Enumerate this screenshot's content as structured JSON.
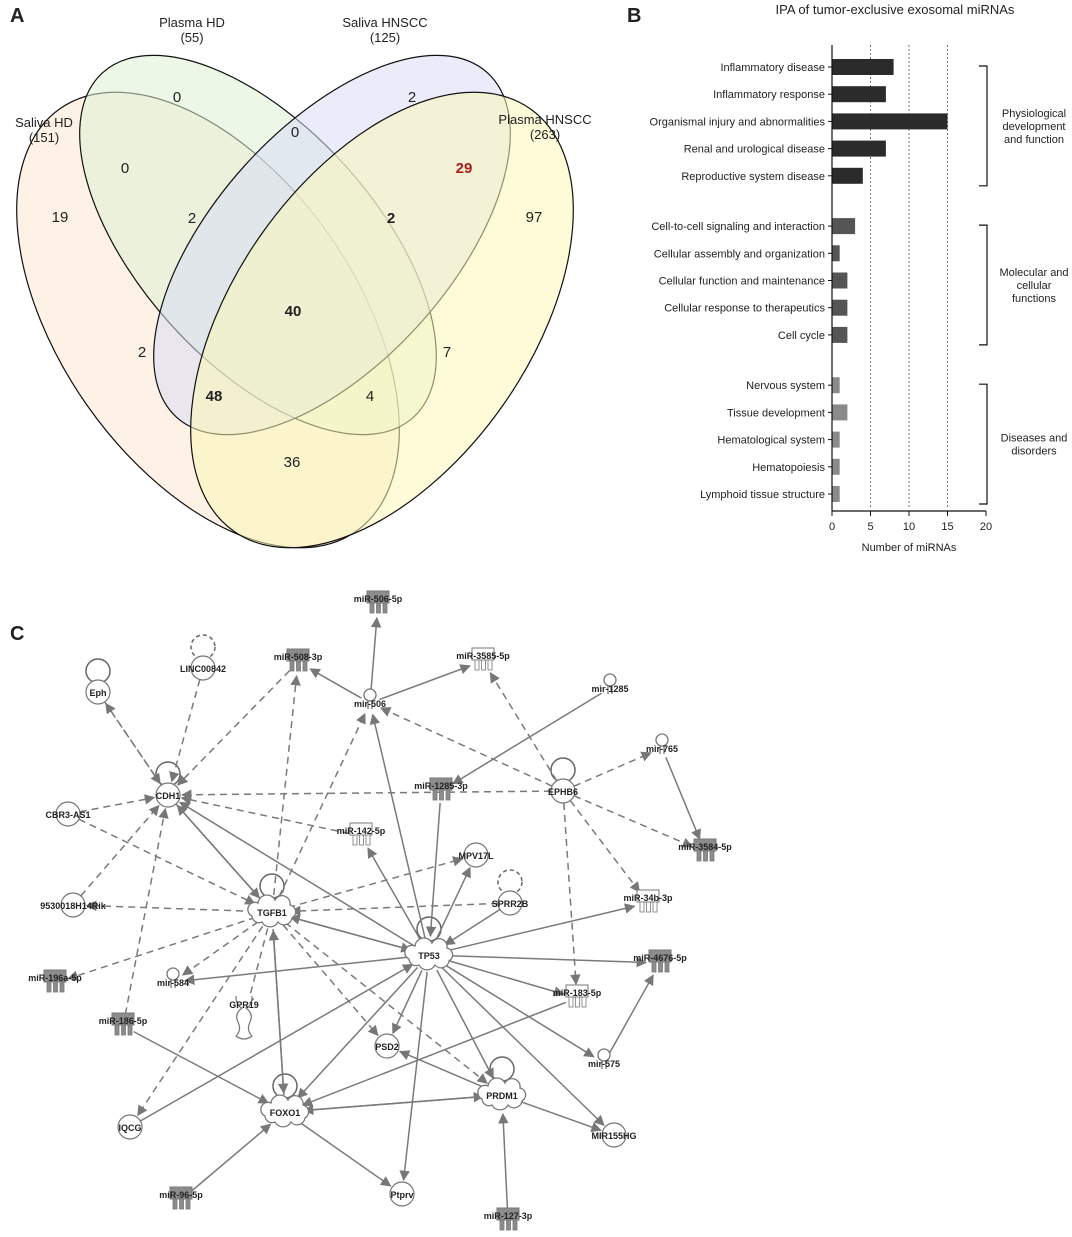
{
  "panels": {
    "a": "A",
    "b": "B",
    "c": "C"
  },
  "venn": {
    "sets": [
      {
        "name": "Saliva HD",
        "count": "(151)",
        "color": "#fbe7cf"
      },
      {
        "name": "Plasma HD",
        "count": "(55)",
        "color": "#dff0d6"
      },
      {
        "name": "Saliva HNSCC",
        "count": "(125)",
        "color": "#d9dcf5"
      },
      {
        "name": "Plasma HNSCC",
        "count": "(263)",
        "color": "#fbf7b8"
      }
    ],
    "regions": [
      {
        "value": "19",
        "bold": false,
        "highlight": false
      },
      {
        "value": "0",
        "bold": false,
        "highlight": false
      },
      {
        "value": "2",
        "bold": false,
        "highlight": false
      },
      {
        "value": "97",
        "bold": false,
        "highlight": false
      },
      {
        "value": "0",
        "bold": false,
        "highlight": false
      },
      {
        "value": "0",
        "bold": false,
        "highlight": false
      },
      {
        "value": "29",
        "bold": true,
        "highlight": true
      },
      {
        "value": "2",
        "bold": false,
        "highlight": false
      },
      {
        "value": "2",
        "bold": true,
        "highlight": false
      },
      {
        "value": "40",
        "bold": true,
        "highlight": false
      },
      {
        "value": "2",
        "bold": false,
        "highlight": false
      },
      {
        "value": "7",
        "bold": false,
        "highlight": false
      },
      {
        "value": "48",
        "bold": true,
        "highlight": false
      },
      {
        "value": "4",
        "bold": false,
        "highlight": false
      },
      {
        "value": "36",
        "bold": false,
        "highlight": false
      }
    ],
    "highlight_color": "#b01c1c"
  },
  "chart_data": {
    "type": "bar",
    "orientation": "horizontal",
    "title": "IPA of tumor-exclusive exosomal miRNAs",
    "xlabel": "Number of miRNAs",
    "ylabel": "",
    "xlim": [
      0,
      20
    ],
    "xticks": [
      0,
      5,
      10,
      15,
      20
    ],
    "gridlines_at": [
      5,
      10,
      15
    ],
    "categories": [
      "Inflammatory disease",
      "Inflammatory response",
      "Organismal injury and abnormalities",
      "Renal and urological disease",
      "Reproductive system disease",
      "Cell-to-cell signaling and interaction",
      "Cellular assembly and organization",
      "Cellular function and maintenance",
      "Cellular response to therapeutics",
      "Cell cycle",
      "Nervous system",
      "Tissue development",
      "Hematological system",
      "Hematopoiesis",
      "Lymphoid tissue structure"
    ],
    "values": [
      8,
      7,
      15,
      7,
      4,
      3,
      1,
      2,
      2,
      2,
      1,
      2,
      1,
      1,
      1
    ],
    "groups": [
      {
        "label_lines": [
          "Physiological",
          "development",
          "and function"
        ],
        "start": 0,
        "end": 4,
        "color": "#2b2b2b"
      },
      {
        "label_lines": [
          "Molecular and",
          "cellular",
          "functions"
        ],
        "start": 5,
        "end": 9,
        "color": "#555555"
      },
      {
        "label_lines": [
          "Diseases and",
          "disorders"
        ],
        "start": 10,
        "end": 14,
        "color": "#8a8a8a"
      }
    ]
  },
  "network": {
    "nodes": [
      {
        "id": "Eph",
        "label": "Eph",
        "shape": "circle",
        "fill": "white"
      },
      {
        "id": "LINC00842",
        "label": "LINC00842",
        "shape": "circle",
        "fill": "white"
      },
      {
        "id": "miR-508-3p",
        "label": "miR-508-3p",
        "shape": "mirna",
        "fill": "gray"
      },
      {
        "id": "miR-506-5p",
        "label": "miR-506-5p",
        "shape": "mirna",
        "fill": "gray"
      },
      {
        "id": "miR-3585-5p",
        "label": "miR-3585-5p",
        "shape": "mirna",
        "fill": "white"
      },
      {
        "id": "mir-506",
        "label": "mir-506",
        "shape": "hairpin",
        "fill": "white"
      },
      {
        "id": "mir-1285",
        "label": "mir-1285",
        "shape": "hairpin",
        "fill": "white"
      },
      {
        "id": "mir-765",
        "label": "mir-765",
        "shape": "hairpin",
        "fill": "white"
      },
      {
        "id": "CDH1",
        "label": "CDH1",
        "shape": "circle",
        "fill": "white"
      },
      {
        "id": "miR-1285-3p",
        "label": "miR-1285-3p",
        "shape": "mirna",
        "fill": "gray"
      },
      {
        "id": "EPHB6",
        "label": "EPHB6",
        "shape": "circle",
        "fill": "white"
      },
      {
        "id": "CBR3-AS1",
        "label": "CBR3-AS1",
        "shape": "circle",
        "fill": "white"
      },
      {
        "id": "miR-142-5p",
        "label": "miR-142-5p",
        "shape": "mirna",
        "fill": "white"
      },
      {
        "id": "miR-3584-5p",
        "label": "miR-3584-5p",
        "shape": "mirna",
        "fill": "gray"
      },
      {
        "id": "MPV17L",
        "label": "MPV17L",
        "shape": "circle",
        "fill": "white"
      },
      {
        "id": "9530018H14Rik",
        "label": "9530018H14Rik",
        "shape": "circle",
        "fill": "white"
      },
      {
        "id": "TGFB1",
        "label": "TGFB1",
        "shape": "cloud",
        "fill": "white"
      },
      {
        "id": "SPRR2B",
        "label": "SPRR2B",
        "shape": "circle",
        "fill": "white"
      },
      {
        "id": "miR-34b-3p",
        "label": "miR-34b-3p",
        "shape": "mirna",
        "fill": "white"
      },
      {
        "id": "TP53",
        "label": "TP53",
        "shape": "cloud",
        "fill": "white"
      },
      {
        "id": "miR-196a-5p",
        "label": "miR-196a-5p",
        "shape": "mirna",
        "fill": "gray"
      },
      {
        "id": "mir-584",
        "label": "mir-584",
        "shape": "hairpin",
        "fill": "white"
      },
      {
        "id": "miR-4676-5p",
        "label": "miR-4676-5p",
        "shape": "mirna",
        "fill": "gray"
      },
      {
        "id": "GPR19",
        "label": "GPR19",
        "shape": "receptor",
        "fill": "white"
      },
      {
        "id": "miR-183-5p",
        "label": "miR-183-5p",
        "shape": "mirna",
        "fill": "white"
      },
      {
        "id": "miR-186-5p",
        "label": "miR-186-5p",
        "shape": "mirna",
        "fill": "gray"
      },
      {
        "id": "PSD2",
        "label": "PSD2",
        "shape": "circle",
        "fill": "white"
      },
      {
        "id": "mir-575",
        "label": "mir-575",
        "shape": "hairpin",
        "fill": "white"
      },
      {
        "id": "FOXO1",
        "label": "FOXO1",
        "shape": "cloud",
        "fill": "white"
      },
      {
        "id": "PRDM1",
        "label": "PRDM1",
        "shape": "cloud",
        "fill": "white"
      },
      {
        "id": "IQCG",
        "label": "IQCG",
        "shape": "circle",
        "fill": "white"
      },
      {
        "id": "MIR155HG",
        "label": "MIR155HG",
        "shape": "circle",
        "fill": "white"
      },
      {
        "id": "miR-96-5p",
        "label": "miR-96-5p",
        "shape": "mirna",
        "fill": "gray"
      },
      {
        "id": "Ptprv",
        "label": "Ptprv",
        "shape": "circle",
        "fill": "white"
      },
      {
        "id": "miR-127-3p",
        "label": "miR-127-3p",
        "shape": "mirna",
        "fill": "gray"
      }
    ],
    "edges": [
      {
        "from": "Eph",
        "to": "Eph",
        "style": "solid"
      },
      {
        "from": "LINC00842",
        "to": "LINC00842",
        "style": "dashed"
      },
      {
        "from": "CDH1",
        "to": "CDH1",
        "style": "solid"
      },
      {
        "from": "EPHB6",
        "to": "EPHB6",
        "style": "solid"
      },
      {
        "from": "TGFB1",
        "to": "TGFB1",
        "style": "solid"
      },
      {
        "from": "TP53",
        "to": "TP53",
        "style": "solid"
      },
      {
        "from": "FOXO1",
        "to": "FOXO1",
        "style": "solid"
      },
      {
        "from": "PRDM1",
        "to": "PRDM1",
        "style": "solid"
      },
      {
        "from": "SPRR2B",
        "to": "SPRR2B",
        "style": "dashed"
      },
      {
        "from": "CDH1",
        "to": "Eph",
        "style": "dashed"
      },
      {
        "from": "Eph",
        "to": "CDH1",
        "style": "dashed"
      },
      {
        "from": "LINC00842",
        "to": "CDH1",
        "style": "dashed"
      },
      {
        "from": "miR-508-3p",
        "to": "CDH1",
        "style": "dashed"
      },
      {
        "from": "TGFB1",
        "to": "miR-508-3p",
        "style": "dashed"
      },
      {
        "from": "mir-506",
        "to": "miR-506-5p",
        "style": "solid"
      },
      {
        "from": "mir-506",
        "to": "miR-3585-5p",
        "style": "solid"
      },
      {
        "from": "mir-506",
        "to": "miR-508-3p",
        "style": "solid"
      },
      {
        "from": "TP53",
        "to": "mir-506",
        "style": "solid"
      },
      {
        "from": "TGFB1",
        "to": "mir-506",
        "style": "dashed"
      },
      {
        "from": "EPHB6",
        "to": "mir-506",
        "style": "dashed"
      },
      {
        "from": "EPHB6",
        "to": "miR-3585-5p",
        "style": "dashed"
      },
      {
        "from": "EPHB6",
        "to": "mir-765",
        "style": "dashed"
      },
      {
        "from": "mir-765",
        "to": "miR-3584-5p",
        "style": "solid"
      },
      {
        "from": "EPHB6",
        "to": "miR-3584-5p",
        "style": "dashed"
      },
      {
        "from": "mir-1285",
        "to": "miR-1285-3p",
        "style": "solid"
      },
      {
        "from": "EPHB6",
        "to": "CDH1",
        "style": "dashed"
      },
      {
        "from": "EPHB6",
        "to": "miR-34b-3p",
        "style": "dashed"
      },
      {
        "from": "EPHB6",
        "to": "miR-183-5p",
        "style": "dashed"
      },
      {
        "from": "CBR3-AS1",
        "to": "CDH1",
        "style": "dashed"
      },
      {
        "from": "CBR3-AS1",
        "to": "TGFB1",
        "style": "dashed"
      },
      {
        "from": "9530018H14Rik",
        "to": "CDH1",
        "style": "dashed"
      },
      {
        "from": "TGFB1",
        "to": "9530018H14Rik",
        "style": "dashed"
      },
      {
        "from": "miR-142-5p",
        "to": "CDH1",
        "style": "dashed"
      },
      {
        "from": "TP53",
        "to": "miR-142-5p",
        "style": "solid"
      },
      {
        "from": "miR-1285-3p",
        "to": "TP53",
        "style": "solid"
      },
      {
        "from": "TGFB1",
        "to": "CDH1",
        "style": "solid"
      },
      {
        "from": "TP53",
        "to": "CDH1",
        "style": "solid"
      },
      {
        "from": "CDH1",
        "to": "TGFB1",
        "style": "solid"
      },
      {
        "from": "TGFB1",
        "to": "TP53",
        "style": "solid"
      },
      {
        "from": "TP53",
        "to": "TGFB1",
        "style": "solid"
      },
      {
        "from": "TP53",
        "to": "MPV17L",
        "style": "solid"
      },
      {
        "from": "TGFB1",
        "to": "MPV17L",
        "style": "dashed"
      },
      {
        "from": "SPRR2B",
        "to": "TGFB1",
        "style": "dashed"
      },
      {
        "from": "SPRR2B",
        "to": "TP53",
        "style": "solid"
      },
      {
        "from": "TP53",
        "to": "miR-34b-3p",
        "style": "solid"
      },
      {
        "from": "TP53",
        "to": "miR-4676-5p",
        "style": "solid"
      },
      {
        "from": "TP53",
        "to": "mir-584",
        "style": "solid"
      },
      {
        "from": "TP53",
        "to": "miR-183-5p",
        "style": "solid"
      },
      {
        "from": "TP53",
        "to": "mir-575",
        "style": "solid"
      },
      {
        "from": "TP53",
        "to": "PRDM1",
        "style": "solid"
      },
      {
        "from": "TP53",
        "to": "MIR155HG",
        "style": "solid"
      },
      {
        "from": "TP53",
        "to": "Ptprv",
        "style": "solid"
      },
      {
        "from": "TP53",
        "to": "FOXO1",
        "style": "solid"
      },
      {
        "from": "TP53",
        "to": "PSD2",
        "style": "solid"
      },
      {
        "from": "IQCG",
        "to": "TP53",
        "style": "solid"
      },
      {
        "from": "TGFB1",
        "to": "miR-196a-5p",
        "style": "dashed"
      },
      {
        "from": "TGFB1",
        "to": "mir-584",
        "style": "dashed"
      },
      {
        "from": "TGFB1",
        "to": "GPR19",
        "style": "dashed"
      },
      {
        "from": "TGFB1",
        "to": "PSD2",
        "style": "dashed"
      },
      {
        "from": "TGFB1",
        "to": "IQCG",
        "style": "dashed"
      },
      {
        "from": "TGFB1",
        "to": "PRDM1",
        "style": "dashed"
      },
      {
        "from": "TGFB1",
        "to": "FOXO1",
        "style": "solid"
      },
      {
        "from": "FOXO1",
        "to": "TGFB1",
        "style": "solid"
      },
      {
        "from": "miR-186-5p",
        "to": "CDH1",
        "style": "dashed"
      },
      {
        "from": "miR-186-5p",
        "to": "FOXO1",
        "style": "solid"
      },
      {
        "from": "miR-183-5p",
        "to": "FOXO1",
        "style": "solid"
      },
      {
        "from": "mir-575",
        "to": "miR-4676-5p",
        "style": "solid"
      },
      {
        "from": "FOXO1",
        "to": "PRDM1",
        "style": "solid"
      },
      {
        "from": "PRDM1",
        "to": "FOXO1",
        "style": "solid"
      },
      {
        "from": "PRDM1",
        "to": "PSD2",
        "style": "solid"
      },
      {
        "from": "PRDM1",
        "to": "MIR155HG",
        "style": "solid"
      },
      {
        "from": "FOXO1",
        "to": "Ptprv",
        "style": "solid"
      },
      {
        "from": "miR-96-5p",
        "to": "FOXO1",
        "style": "solid"
      },
      {
        "from": "miR-127-3p",
        "to": "PRDM1",
        "style": "solid"
      }
    ]
  }
}
